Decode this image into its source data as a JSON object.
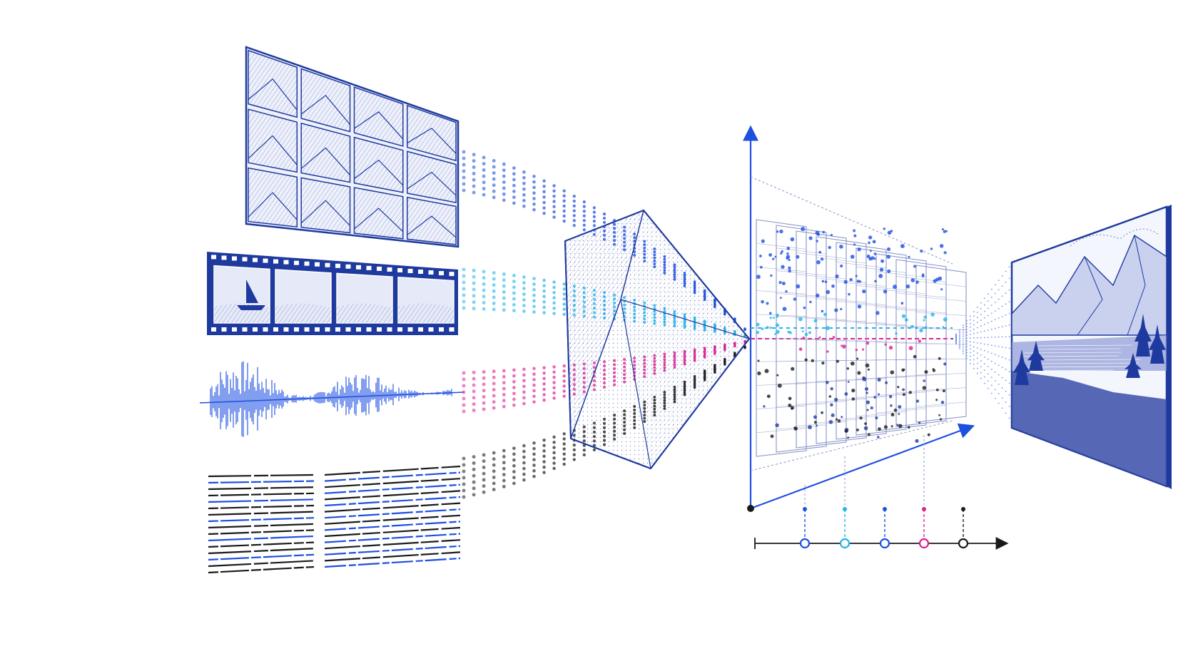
{
  "colors": {
    "background": "#ffffff",
    "ink_blue": "#1f3a9e",
    "bright_blue": "#1d4fe0",
    "cyan": "#1fb4ec",
    "magenta": "#e0208f",
    "black": "#1a1a1a",
    "grid_line": "#8a94c8"
  },
  "modalities": [
    {
      "name": "image-grid",
      "stream_color": "bright_blue"
    },
    {
      "name": "video-filmstrip",
      "stream_color": "cyan"
    },
    {
      "name": "audio-waveform",
      "stream_color": "magenta"
    },
    {
      "name": "text-lines",
      "stream_color": "black"
    }
  ],
  "timeline_markers": [
    "bright_blue",
    "cyan",
    "bright_blue",
    "magenta",
    "black"
  ],
  "icons": {
    "encoder": "prism-icon",
    "latent_space": "latent-grid-icon",
    "output": "landscape-icon"
  }
}
